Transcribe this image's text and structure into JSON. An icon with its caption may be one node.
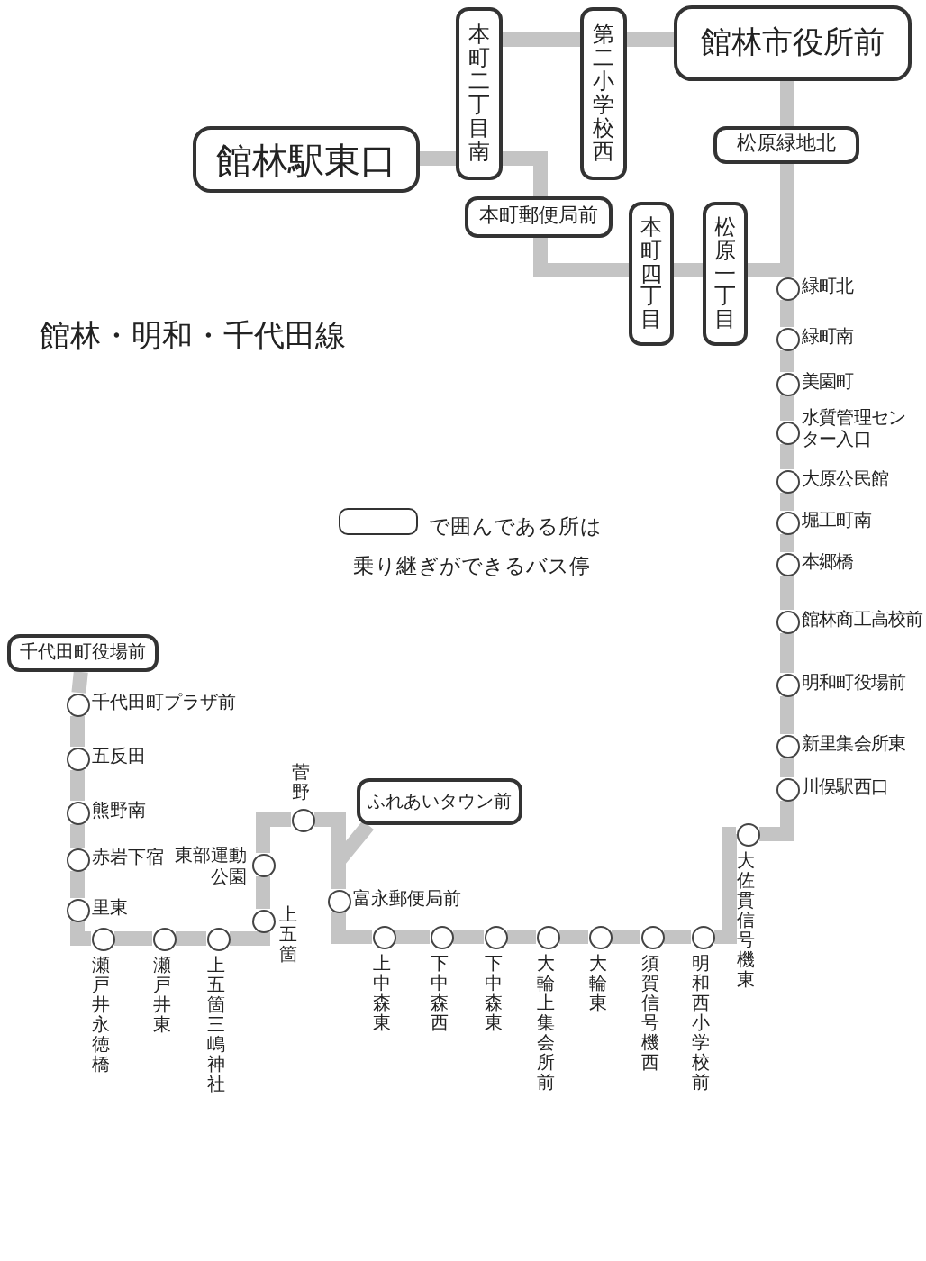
{
  "diagram": {
    "title": "館林・明和・千代田線",
    "nodes": [
      {
        "text": [
          "館林駅東口"
        ]
      },
      {
        "text": [
          "本町二丁目南"
        ]
      },
      {
        "text": [
          "第二小学校西"
        ]
      },
      {
        "text": [
          "館林市役所前"
        ]
      },
      {
        "text": [
          "松原緑地北"
        ]
      },
      {
        "text": [
          "本町郵便局前"
        ]
      },
      {
        "text": [
          "本町四丁目"
        ]
      },
      {
        "text": [
          "松原一丁目"
        ]
      },
      {
        "text": [],
        "shape": "circle",
        "beside": [
          "緑町北"
        ]
      },
      {
        "text": [],
        "shape": "circle",
        "beside": [
          "緑町南"
        ]
      },
      {
        "text": [],
        "shape": "circle",
        "beside": [
          "美園町"
        ]
      },
      {
        "text": [],
        "shape": "circle",
        "beside": [
          "水質管理センター入口"
        ]
      },
      {
        "text": [],
        "shape": "circle",
        "beside": [
          "大原公民館"
        ]
      },
      {
        "text": [],
        "shape": "circle",
        "beside": [
          "堀工町南"
        ]
      },
      {
        "text": [],
        "shape": "circle",
        "beside": [
          "本郷橋"
        ]
      },
      {
        "text": [],
        "shape": "circle",
        "beside": [
          "館林商工高校前"
        ]
      },
      {
        "text": [],
        "shape": "circle",
        "beside": [
          "明和町役場前"
        ]
      },
      {
        "text": [],
        "shape": "circle",
        "beside": [
          "新里集会所東"
        ]
      },
      {
        "text": [],
        "shape": "circle",
        "beside": [
          "川俣駅西口"
        ]
      },
      {
        "text": [],
        "shape": "circle",
        "beside": [
          "大佐貫信号機東"
        ]
      },
      {
        "text": [],
        "shape": "circle",
        "beside": [
          "明和西小学校前"
        ]
      },
      {
        "text": [],
        "shape": "circle",
        "beside": [
          "須賀信号機西"
        ]
      },
      {
        "text": [],
        "shape": "circle",
        "beside": [
          "大輪東"
        ]
      },
      {
        "text": [],
        "shape": "circle",
        "beside": [
          "大輪上集会所前"
        ]
      },
      {
        "text": [],
        "shape": "circle",
        "beside": [
          "下中森東"
        ]
      },
      {
        "text": [],
        "shape": "circle",
        "beside": [
          "下中森西"
        ]
      },
      {
        "text": [],
        "shape": "circle",
        "beside": [
          "上中森東"
        ]
      },
      {
        "text": [],
        "shape": "circle",
        "beside": [
          "富永郵便局前"
        ]
      },
      {
        "text": [
          "ふれあいタウン前"
        ]
      },
      {
        "text": [],
        "shape": "circle",
        "beside": [
          "菅野"
        ]
      },
      {
        "text": [],
        "shape": "circle",
        "beside": [
          "東部運動公園"
        ]
      },
      {
        "text": [],
        "shape": "circle",
        "beside": [
          "上五箇"
        ]
      },
      {
        "text": [],
        "shape": "circle",
        "beside": [
          "上五箇三嶋神社"
        ]
      },
      {
        "text": [],
        "shape": "circle",
        "beside": [
          "瀬戸井東"
        ]
      },
      {
        "text": [],
        "shape": "circle",
        "beside": [
          "瀬戸井永徳橋"
        ]
      },
      {
        "text": [],
        "shape": "circle",
        "beside": [
          "里東"
        ]
      },
      {
        "text": [],
        "shape": "circle",
        "beside": [
          "赤岩下宿"
        ]
      },
      {
        "text": [],
        "shape": "circle",
        "beside": [
          "熊野南"
        ]
      },
      {
        "text": [],
        "shape": "circle",
        "beside": [
          "五反田"
        ]
      },
      {
        "text": [],
        "shape": "circle",
        "beside": [
          "千代田町プラザ前"
        ]
      },
      {
        "text": [
          "千代田町役場前"
        ]
      }
    ],
    "edges": [
      {
        "from": 0,
        "to": 1,
        "arrow": "none"
      },
      {
        "from": 1,
        "to": 2,
        "arrow": "none"
      },
      {
        "from": 2,
        "to": 3,
        "arrow": "none"
      },
      {
        "from": 3,
        "to": 4,
        "arrow": "none"
      },
      {
        "from": 1,
        "to": 5,
        "arrow": "none"
      },
      {
        "from": 5,
        "to": 6,
        "arrow": "none"
      },
      {
        "from": 6,
        "to": 7,
        "arrow": "none"
      },
      {
        "from": 7,
        "to": 8,
        "arrow": "none"
      },
      {
        "from": 4,
        "to": 8,
        "arrow": "none"
      },
      {
        "from": 8,
        "to": 9,
        "arrow": "none"
      },
      {
        "from": 9,
        "to": 10,
        "arrow": "none"
      },
      {
        "from": 10,
        "to": 11,
        "arrow": "none"
      },
      {
        "from": 11,
        "to": 12,
        "arrow": "none"
      },
      {
        "from": 12,
        "to": 13,
        "arrow": "none"
      },
      {
        "from": 13,
        "to": 14,
        "arrow": "none"
      },
      {
        "from": 14,
        "to": 15,
        "arrow": "none"
      },
      {
        "from": 15,
        "to": 16,
        "arrow": "none"
      },
      {
        "from": 16,
        "to": 17,
        "arrow": "none"
      },
      {
        "from": 17,
        "to": 18,
        "arrow": "none"
      },
      {
        "from": 18,
        "to": 19,
        "arrow": "none"
      },
      {
        "from": 19,
        "to": 20,
        "arrow": "none"
      },
      {
        "from": 20,
        "to": 21,
        "arrow": "none"
      },
      {
        "from": 21,
        "to": 22,
        "arrow": "none"
      },
      {
        "from": 22,
        "to": 23,
        "arrow": "none"
      },
      {
        "from": 23,
        "to": 24,
        "arrow": "none"
      },
      {
        "from": 24,
        "to": 25,
        "arrow": "none"
      },
      {
        "from": 25,
        "to": 26,
        "arrow": "none"
      },
      {
        "from": 26,
        "to": 27,
        "arrow": "none"
      },
      {
        "from": 27,
        "to": 28,
        "arrow": "none"
      },
      {
        "from": 27,
        "to": 29,
        "arrow": "none"
      },
      {
        "from": 29,
        "to": 30,
        "arrow": "none"
      },
      {
        "from": 30,
        "to": 31,
        "arrow": "none"
      },
      {
        "from": 31,
        "to": 32,
        "arrow": "none"
      },
      {
        "from": 32,
        "to": 33,
        "arrow": "none"
      },
      {
        "from": 33,
        "to": 34,
        "arrow": "none"
      },
      {
        "from": 34,
        "to": 35,
        "arrow": "none"
      },
      {
        "from": 35,
        "to": 36,
        "arrow": "none"
      },
      {
        "from": 36,
        "to": 37,
        "arrow": "none"
      },
      {
        "from": 37,
        "to": 38,
        "arrow": "none"
      },
      {
        "from": 38,
        "to": 39,
        "arrow": "none"
      },
      {
        "from": 39,
        "to": 40,
        "arrow": "none"
      }
    ],
    "legend": [
      {
        "text": "で囲んである所は乗り継ぎができるバス停"
      }
    ]
  }
}
